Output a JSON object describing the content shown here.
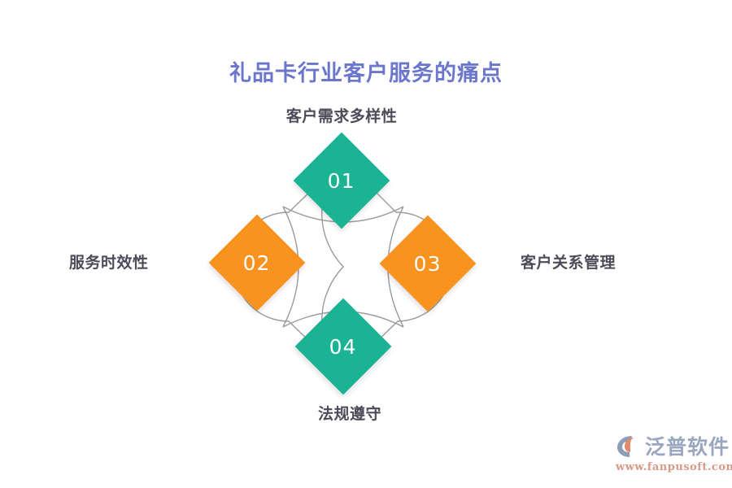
{
  "page": {
    "title": "礼品卡行业客户服务的痛点",
    "title_color": "#6b76cd",
    "background": "#ffffff"
  },
  "colors": {
    "green": "#1ab394",
    "orange": "#f8931f",
    "label_text": "#4c4c58",
    "connector_line": "#9a9a9a"
  },
  "nodes": [
    {
      "number": "01",
      "label": "客户需求多样性",
      "color": "#1ab394",
      "position": "top"
    },
    {
      "number": "02",
      "label": "服务时效性",
      "color": "#f8931f",
      "position": "left"
    },
    {
      "number": "03",
      "label": "客户关系管理",
      "color": "#f8931f",
      "position": "right"
    },
    {
      "number": "04",
      "label": "法规遵守",
      "color": "#1ab394",
      "position": "bottom"
    }
  ],
  "watermark": {
    "brand": "泛普软件",
    "url": "www.fanpusoft.com",
    "brand_color": "#9aa6bd",
    "url_color": "#d79a86"
  }
}
